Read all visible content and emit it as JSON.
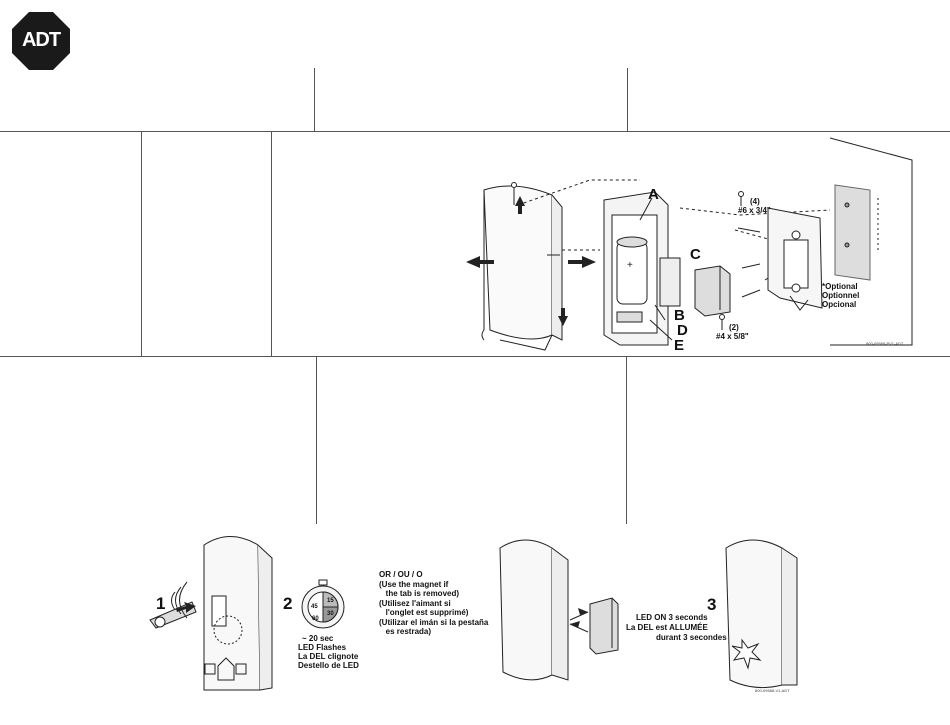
{
  "logo": {
    "text": "ADT"
  },
  "figure_top": {
    "callouts": [
      "A",
      "B",
      "C",
      "D",
      "E"
    ],
    "screw_top": {
      "qty": "(4)",
      "size": "#6 x 3/4\""
    },
    "screw_bottom": {
      "qty": "(2)",
      "size": "#4 x 5/8\""
    },
    "optional": [
      "*Optional",
      "Optionnel",
      "Opcional"
    ],
    "part_code": "800-09588-PV1-ADT"
  },
  "figure_bottom": {
    "step1": "1",
    "step2": "2",
    "step3": "3",
    "dial_labels": [
      "15",
      "30",
      "45",
      "60"
    ],
    "led_text": [
      "~ 20 sec",
      "LED Flashes",
      "La DEL clignote",
      "Destello de LED"
    ],
    "or_text": [
      "OR / OU / O",
      "(Use the magnet if",
      "   the tab is removed)",
      "(Utilisez l'aimant si",
      "   l'onglet est supprimé)",
      "(Utilizar el imán si la pestaña",
      "   es restrada)"
    ],
    "led_on": [
      "LED ON 3 seconds",
      "La DEL est ALLUMÉE",
      "durant 3 secondes"
    ],
    "part_code": "800-09588-V1-ADT"
  }
}
